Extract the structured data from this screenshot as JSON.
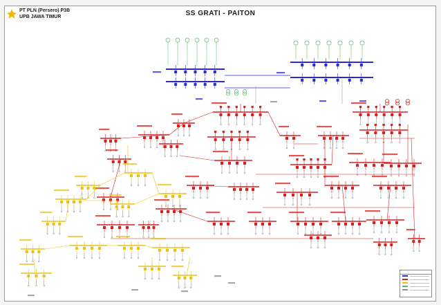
{
  "header": {
    "org_line_1": "PT PLN (Persero) P3B",
    "org_line_2": "UPB JAWA TIMUR",
    "title": "SS GRATI - PAITON"
  },
  "colors": {
    "bus_500kv": "#2a2ad8",
    "bus_150kv": "#d81e1e",
    "bus_70kv": "#e8c21a",
    "unit_green": "#58b86a",
    "line_gray": "#8a8a8a",
    "logo": "#f2b800"
  },
  "icons": {
    "logo": "lightning-logo-icon"
  }
}
